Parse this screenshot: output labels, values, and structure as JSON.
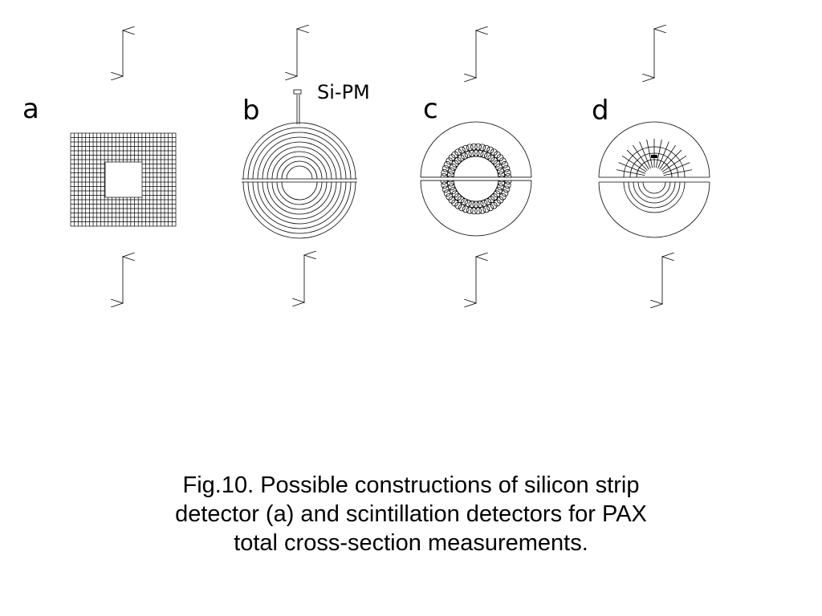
{
  "panels": [
    {
      "key": "a",
      "label": "a"
    },
    {
      "key": "b",
      "label": "b",
      "annotation": "Si-PM"
    },
    {
      "key": "c",
      "label": "c"
    },
    {
      "key": "d",
      "label": "d"
    }
  ],
  "caption": {
    "lines": [
      "Fig.10. Possible constructions of silicon strip",
      "detector (a) and scintillation detectors for PAX",
      "total cross-section measurements."
    ]
  },
  "colors": {
    "stroke": "#000000",
    "background": "#ffffff"
  }
}
